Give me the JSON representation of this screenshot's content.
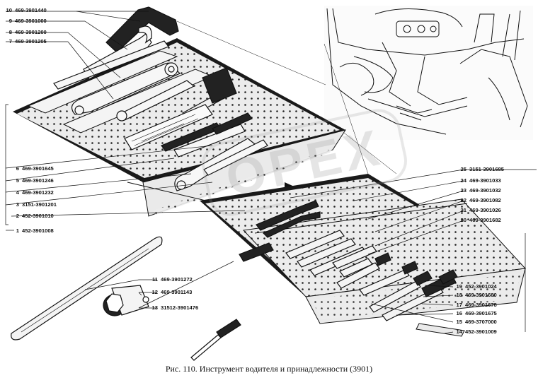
{
  "caption": "Рис. 110. Инструмент водителя и принадлежности (3901)",
  "watermark": "OPEX",
  "colors": {
    "ink": "#111111",
    "mat": "#e9e9e9",
    "watermark": "#9a9a9a"
  },
  "callouts_left_top": [
    {
      "num": "10",
      "code": "469-3901440"
    },
    {
      "num": "9",
      "code": "469-3901000"
    },
    {
      "num": "8",
      "code": "469-3901200"
    },
    {
      "num": "7",
      "code": "469-3901205"
    }
  ],
  "callouts_left_mid": [
    {
      "num": "6",
      "code": "469-3901645"
    },
    {
      "num": "5",
      "code": "469-3901246"
    },
    {
      "num": "4",
      "code": "469-3901232"
    },
    {
      "num": "3",
      "code": "3151-3901201"
    },
    {
      "num": "2",
      "code": "452-3901010"
    },
    {
      "num": "1",
      "code": "452-3901008"
    }
  ],
  "callouts_center": [
    {
      "num": "11",
      "code": "469-3901272"
    },
    {
      "num": "12",
      "code": "469-3901143"
    },
    {
      "num": "13",
      "code": "31512-3901476"
    }
  ],
  "callouts_right": [
    {
      "num": "25",
      "code": "3151-3901685"
    },
    {
      "num": "24",
      "code": "469-3901033"
    },
    {
      "num": "23",
      "code": "469-3901032"
    },
    {
      "num": "22",
      "code": "469-3901082"
    },
    {
      "num": "21",
      "code": "469-3901026"
    },
    {
      "num": "20",
      "code": "469-3901682"
    },
    {
      "num": "19",
      "code": "452-3901024"
    },
    {
      "num": "18",
      "code": "469-3901680"
    },
    {
      "num": "17",
      "code": "469-3901678"
    },
    {
      "num": "16",
      "code": "469-3901675"
    },
    {
      "num": "15",
      "code": "469-3707000"
    },
    {
      "num": "14",
      "code": "452-3901009"
    }
  ]
}
